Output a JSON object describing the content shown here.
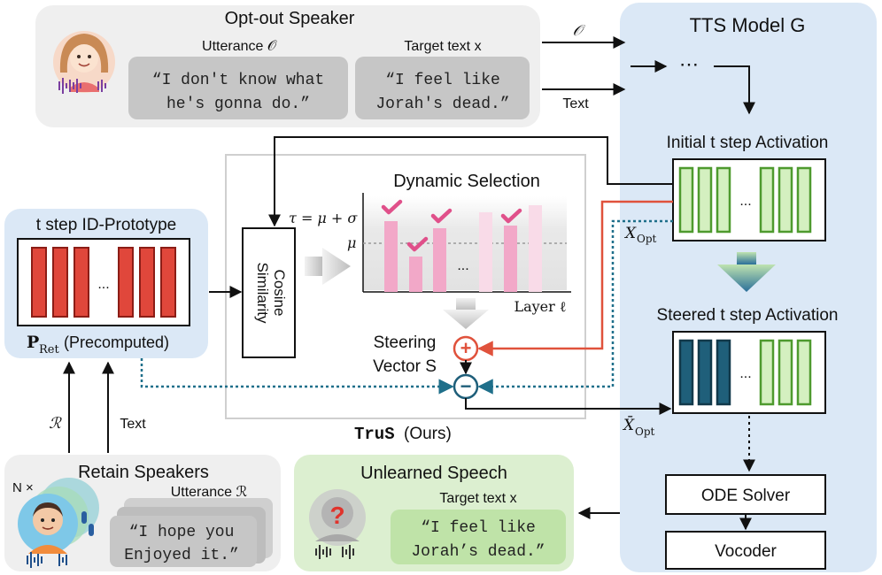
{
  "opt_out": {
    "title": "Opt-out Speaker",
    "utterance_label": "Utterance 𝒪",
    "utterance_line1": "“I don't know what",
    "utterance_line2": "he's gonna do.”",
    "target_label": "Target text x",
    "target_line1": "“I feel like",
    "target_line2": "Jorah's dead.”",
    "arrow_o": "𝒪",
    "arrow_text": "Text"
  },
  "tts": {
    "title": "TTS Model G",
    "ellipsis": "⋯",
    "initial_label": "Initial t step Activation",
    "x_opt": "X",
    "x_opt_sub": "Opt",
    "steered_label": "Steered t step Activation",
    "xbar_opt": "X̄",
    "xbar_opt_sub": "Opt",
    "ode_solver": "ODE Solver",
    "vocoder": "Vocoder",
    "bar_ellipsis": "..."
  },
  "prototype": {
    "title": "t step ID-Prototype",
    "caption_main": "P",
    "caption_sub": "Ret",
    "caption_rest": "(Precomputed)",
    "bar_ellipsis": "..."
  },
  "trus": {
    "cosine_line1": "Cosine",
    "cosine_line2": "Similarity",
    "dynamic_title": "Dynamic Selection",
    "tau_formula": "τ = μ + σ",
    "mu": "μ",
    "layer_label": "Layer ℓ",
    "bar_ellipsis": "...",
    "steering_line1": "Steering",
    "steering_line2": "Vector S",
    "plus": "+",
    "minus": "−",
    "caption_name": "TruS",
    "caption_rest": "(Ours)"
  },
  "retain": {
    "title": "Retain Speakers",
    "n_times": "N ×",
    "utterance_label": "Utterance ℛ",
    "line1": "“I hope you",
    "line2": "Enjoyed it.”",
    "arrow_r": "ℛ",
    "arrow_text": "Text"
  },
  "unlearned": {
    "title": "Unlearned Speech",
    "target_label": "Target text x",
    "line1": "“I feel like",
    "line2": "Jorah’s dead.”",
    "question": "?"
  },
  "colors": {
    "tts_bg": "#dbe8f6",
    "proto_bg": "#dbe8f6",
    "gray_panel": "#efefef",
    "green_panel": "#dcefd0",
    "red_bar": "#e0473b",
    "green_bar": "#d4f0c0",
    "dark_teal_bar": "#1f5f7a",
    "pink_bar": "#f2a8c8",
    "check": "#e0508a",
    "red_line": "#e0523c",
    "teal_line": "#1f6f8a"
  }
}
